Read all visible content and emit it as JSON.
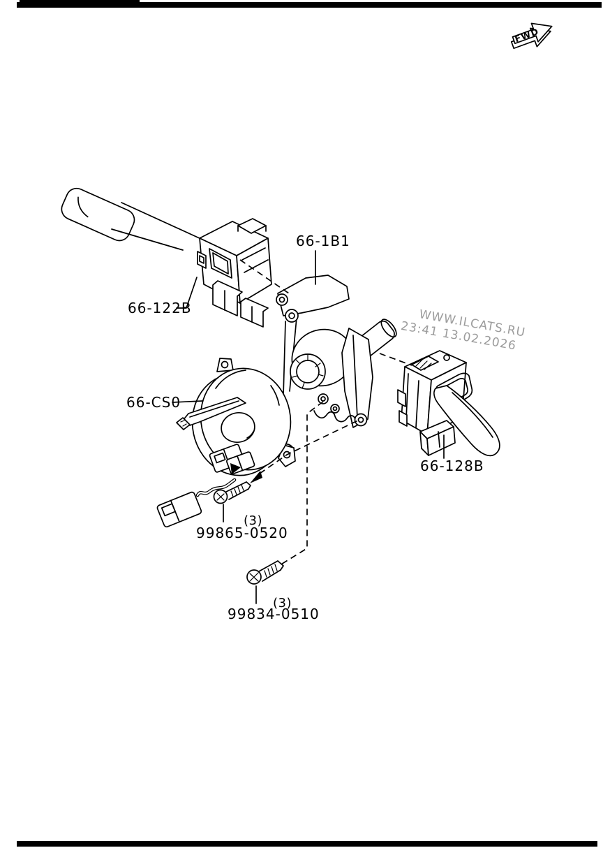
{
  "diagram": {
    "fwd_label": "FWD",
    "watermark": {
      "line1": "WWW.ILCATS.RU",
      "line2": "23:41 13.02.2026"
    },
    "parts": {
      "turn_switch": {
        "code": "66-122B"
      },
      "housing": {
        "code": "66-1B1"
      },
      "clock_spring": {
        "code": "66-CS0"
      },
      "wiper_switch": {
        "code": "66-128B"
      },
      "screw_upper": {
        "code": "99865-0520",
        "qty": "(3)"
      },
      "screw_lower": {
        "code": "99834-0510",
        "qty": "(3)"
      }
    },
    "colors": {
      "line": "#000000",
      "watermark": "#9c9c9c",
      "background": "#ffffff"
    }
  }
}
